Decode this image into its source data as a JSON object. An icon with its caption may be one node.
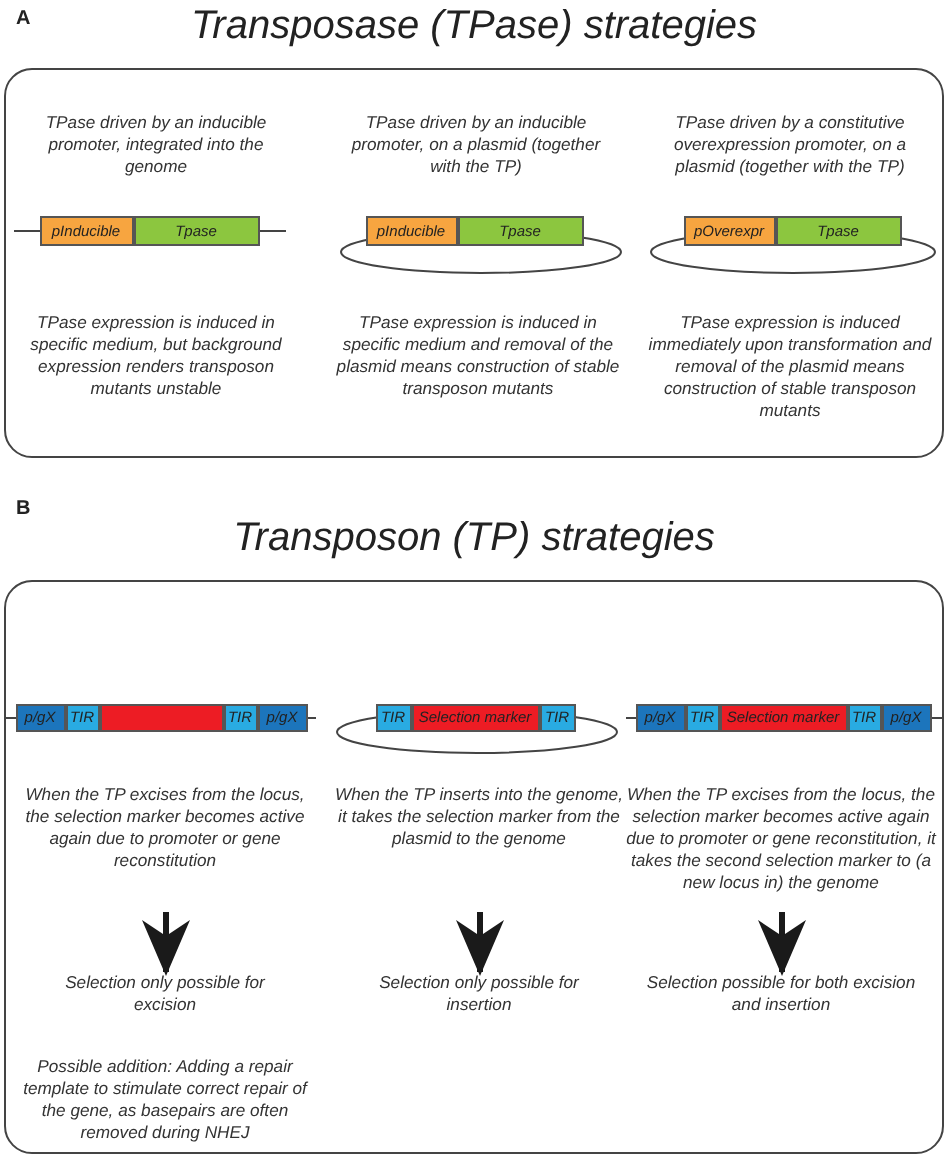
{
  "diagram": {
    "nodes": [
      {
        "text": [
          "Transposase (TPase) strategies"
        ]
      },
      {
        "text": [
          "pInducible"
        ],
        "in": 0
      },
      {
        "text": [
          "Tpase"
        ],
        "in": 0
      },
      {
        "text": [
          "pInducible"
        ],
        "in": 0
      },
      {
        "text": [
          "Tpase"
        ],
        "in": 0
      },
      {
        "text": [
          "pOverexpr"
        ],
        "in": 0
      },
      {
        "text": [
          "Tpase"
        ],
        "in": 0
      },
      {
        "text": [
          "Transposon (TP) strategies"
        ]
      },
      {
        "text": [
          "p/gX"
        ],
        "in": 7
      },
      {
        "text": [
          "TIR"
        ],
        "in": 7
      },
      {
        "text": [],
        "shape": "box",
        "in": 7
      },
      {
        "text": [
          "TIR"
        ],
        "in": 7
      },
      {
        "text": [
          "p/gX"
        ],
        "in": 7
      },
      {
        "text": [
          "TIR"
        ],
        "in": 7
      },
      {
        "text": [
          "Selection marker"
        ],
        "in": 7
      },
      {
        "text": [
          "TIR"
        ],
        "in": 7
      },
      {
        "text": [
          "p/gX"
        ],
        "in": 7
      },
      {
        "text": [
          "TIR"
        ],
        "in": 7
      },
      {
        "text": [
          "Selection marker"
        ],
        "in": 7
      },
      {
        "text": [
          "TIR"
        ],
        "in": 7
      },
      {
        "text": [
          "p/gX"
        ],
        "in": 7
      },
      {
        "text": [
          "When the TP excises from the locus, the selection marker becomes active again due to promoter or gene reconstitution"
        ],
        "in": 7
      },
      {
        "text": [
          "When the TP inserts into the genome, it takes the selection marker from the plasmid to the genome"
        ],
        "in": 7
      },
      {
        "text": [
          "When the TP excises from the locus, the selection marker becomes active again due to promoter or gene reconstitution, it takes the second selection marker to (a new locus in) the genome"
        ],
        "in": 7
      },
      {
        "text": [
          "Selection only possible for excision"
        ],
        "in": 7
      },
      {
        "text": [
          "Selection only possible for insertion"
        ],
        "in": 7
      },
      {
        "text": [
          "Selection possible for both excision and insertion"
        ],
        "in": 7
      },
      {
        "text": [],
        "shape": "ellipse",
        "in": 0
      },
      {
        "text": [],
        "shape": "ellipse",
        "in": 0
      },
      {
        "text": [],
        "shape": "ellipse",
        "in": 7
      }
    ],
    "edges": [
      {
        "from": 21,
        "to": 24,
        "arrow": "to"
      },
      {
        "from": 22,
        "to": 25,
        "arrow": "to"
      },
      {
        "from": 23,
        "to": 26,
        "arrow": "to"
      }
    ],
    "labels": [
      "A",
      "TPase driven by an inducible promoter, integrated into the genome",
      "TPase driven by an inducible promoter, on a plasmid (together with the TP)",
      "TPase driven by a constitutive overexpression promoter, on a plasmid (together with the TP)",
      "TPase expression is induced in specific medium, but background expression renders transposon mutants unstable",
      "TPase expression is induced in specific medium and removal of the plasmid means construction of stable transposon mutants",
      "TPase expression is induced immediately upon transformation and removal of the plasmid means construction of stable transposon mutants",
      "B",
      "Possible addition: Adding a repair template to stimulate correct repair of the gene, as basepairs are often removed during NHEJ"
    ]
  }
}
